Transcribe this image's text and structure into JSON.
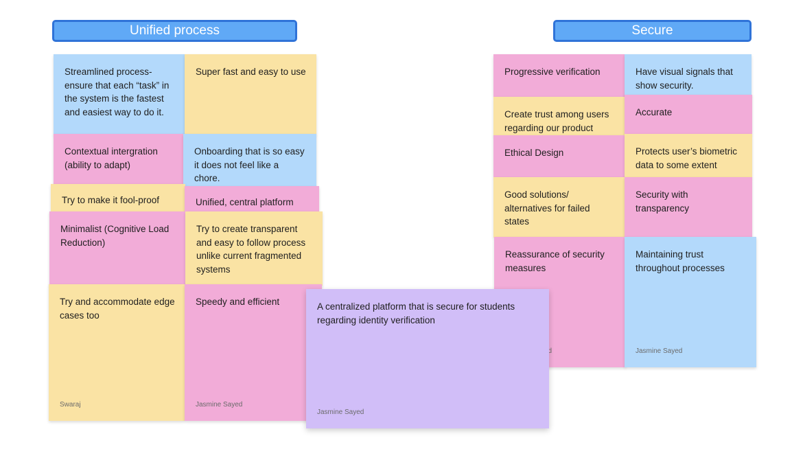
{
  "headers": {
    "unified": "Unified process",
    "secure": "Secure"
  },
  "notes": {
    "streamlined": {
      "text": "Streamlined process- ensure that each “task” in the system is the fastest and easiest way to do it.",
      "color": "blue"
    },
    "super_fast": {
      "text": "Super fast and easy to use",
      "color": "yellow"
    },
    "contextual": {
      "text": "Contextual intergration (ability to adapt)",
      "color": "pink"
    },
    "onboarding": {
      "text": "Onboarding that is so easy it does not feel like a chore.",
      "color": "blue"
    },
    "fool_proof": {
      "text": "Try to make it fool-proof",
      "color": "yellow"
    },
    "unified_central": {
      "text": "Unified, central platform",
      "color": "pink"
    },
    "minimalist": {
      "text": "Minimalist (Cognitive Load Reduction)",
      "color": "pink"
    },
    "transparent_process": {
      "text": "Try to create transparent and easy to follow process unlike current fragmented systems",
      "color": "yellow"
    },
    "edge_cases": {
      "text": "Try and accommodate edge cases too",
      "color": "yellow",
      "author": "Swaraj"
    },
    "speedy": {
      "text": "Speedy and efficient",
      "color": "pink",
      "author": "Jasmine Sayed"
    },
    "centralized": {
      "text": "A centralized platform that is secure for students regarding identity verification",
      "color": "purple",
      "author": "Jasmine Sayed"
    },
    "progressive": {
      "text": "Progressive verification",
      "color": "pink"
    },
    "visual_signals": {
      "text": "Have visual signals that show security.",
      "color": "blue"
    },
    "create_trust": {
      "text": "Create trust among users regarding our product",
      "color": "yellow"
    },
    "accurate": {
      "text": "Accurate",
      "color": "pink"
    },
    "ethical": {
      "text": "Ethical Design",
      "color": "pink"
    },
    "biometric": {
      "text": "Protects user’s biometric data to some extent",
      "color": "yellow"
    },
    "good_solutions": {
      "text": "Good solutions/ alternatives for failed states",
      "color": "yellow"
    },
    "security_transparency": {
      "text": "Security with transparency",
      "color": "pink"
    },
    "reassurance": {
      "text": "Reassurance of security measures",
      "color": "pink",
      "author": "d"
    },
    "maintaining_trust": {
      "text": "Maintaining trust throughout processes",
      "color": "blue",
      "author": "Jasmine Sayed"
    }
  }
}
